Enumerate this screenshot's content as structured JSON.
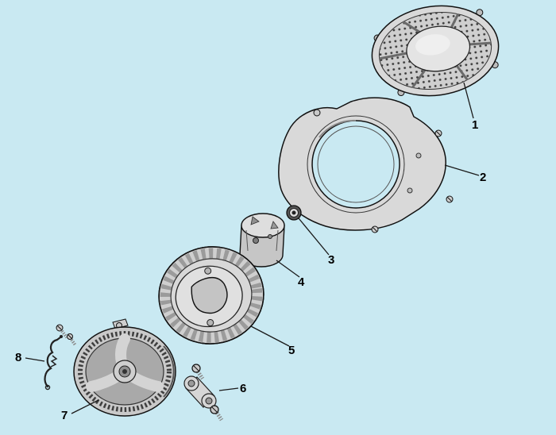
{
  "diagram": {
    "type": "exploded-parts-diagram",
    "background_color": "#c9e9f2",
    "line_color": "#1a1a1a",
    "part_fill_color": "#d6d6d6",
    "callouts": [
      {
        "number": "1",
        "part": "fan-cover-grille"
      },
      {
        "number": "2",
        "part": "blower-housing-shroud"
      },
      {
        "number": "3",
        "part": "washer-nut"
      },
      {
        "number": "4",
        "part": "starter-cup"
      },
      {
        "number": "5",
        "part": "flywheel-fan"
      },
      {
        "number": "6",
        "part": "bracket-with-bolts"
      },
      {
        "number": "7",
        "part": "flywheel-ring-gear"
      },
      {
        "number": "8",
        "part": "wire-clip"
      }
    ]
  }
}
